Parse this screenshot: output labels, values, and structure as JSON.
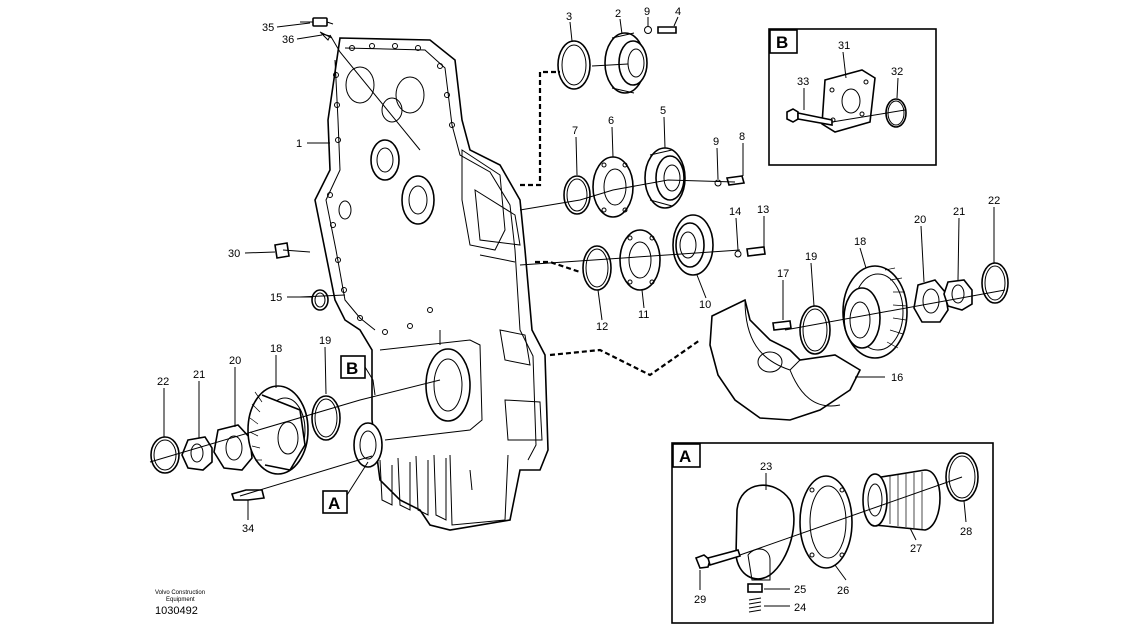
{
  "figure": {
    "publisher_line1": "Volvo Construction",
    "publisher_line2": "Equipment",
    "drawing_number": "1030492"
  },
  "views": {
    "detail_a": "A",
    "detail_b": "B"
  },
  "parts": {
    "p1": "1",
    "p2": "2",
    "p3": "3",
    "p4": "4",
    "p5": "5",
    "p6": "6",
    "p7": "7",
    "p8": "8",
    "p9a": "9",
    "p9b": "9",
    "p10": "10",
    "p11": "11",
    "p12": "12",
    "p13": "13",
    "p14": "14",
    "p15": "15",
    "p16": "16",
    "p17": "17",
    "p18a": "18",
    "p18b": "18",
    "p19a": "19",
    "p19b": "19",
    "p20a": "20",
    "p20b": "20",
    "p21a": "21",
    "p21b": "21",
    "p22a": "22",
    "p22b": "22",
    "p23": "23",
    "p24": "24",
    "p25": "25",
    "p26": "26",
    "p27": "27",
    "p28": "28",
    "p29": "29",
    "p30": "30",
    "p31": "31",
    "p32": "32",
    "p33": "33",
    "p34": "34",
    "p35": "35",
    "p36": "36"
  }
}
